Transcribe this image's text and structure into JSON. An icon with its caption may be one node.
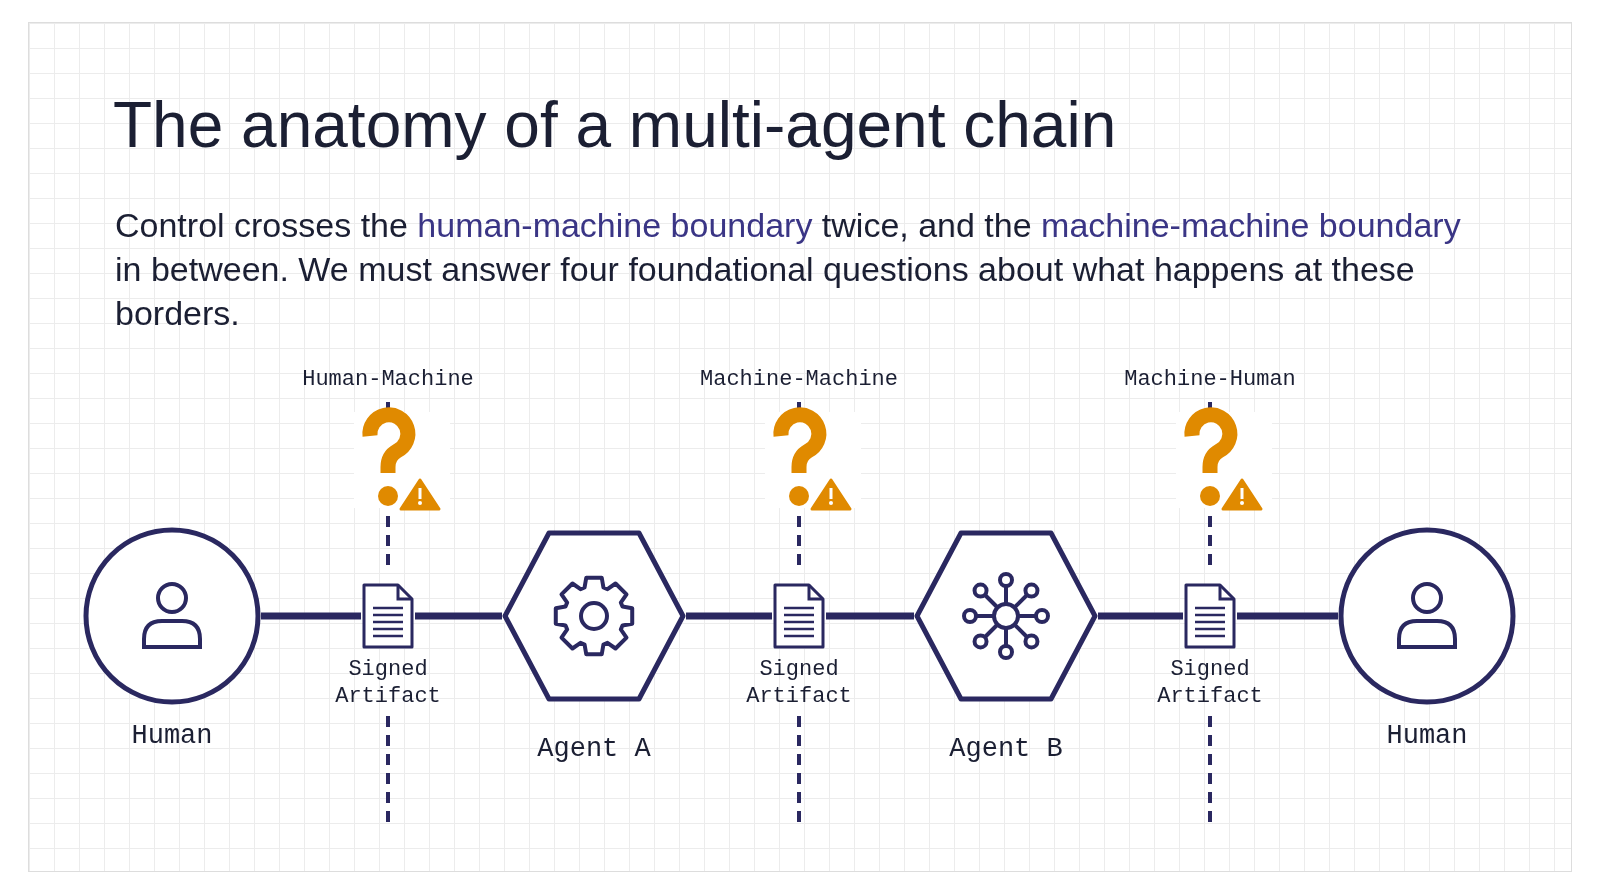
{
  "diagram": {
    "title": "The anatomy of a multi-agent chain",
    "caption": "Control crosses the **human-machine boundary** twice, and the **machine-machine boundary** in between. We must answer four foundational questions about what happens at these borders.",
    "nodes": [
      {
        "text": [
          "Human"
        ]
      },
      {
        "text": [],
        "shape": "document",
        "beside": [
          "Signed Artifact"
        ]
      },
      {
        "text": [
          "Agent A"
        ]
      },
      {
        "text": [],
        "shape": "document",
        "beside": [
          "Signed Artifact"
        ]
      },
      {
        "text": [
          "Agent B"
        ]
      },
      {
        "text": [],
        "shape": "document",
        "beside": [
          "Signed Artifact"
        ]
      },
      {
        "text": [
          "Human"
        ]
      }
    ],
    "edges": [
      {
        "from": 0,
        "to": 1,
        "arrow": "none"
      },
      {
        "from": 1,
        "to": 2,
        "arrow": "none"
      },
      {
        "from": 2,
        "to": 3,
        "arrow": "none"
      },
      {
        "from": 3,
        "to": 4,
        "arrow": "none"
      },
      {
        "from": 4,
        "to": 5,
        "arrow": "none"
      },
      {
        "from": 5,
        "to": 6,
        "arrow": "none"
      }
    ],
    "labels": [
      "Human-Machine",
      "Machine-Machine",
      "Machine-Human"
    ]
  }
}
